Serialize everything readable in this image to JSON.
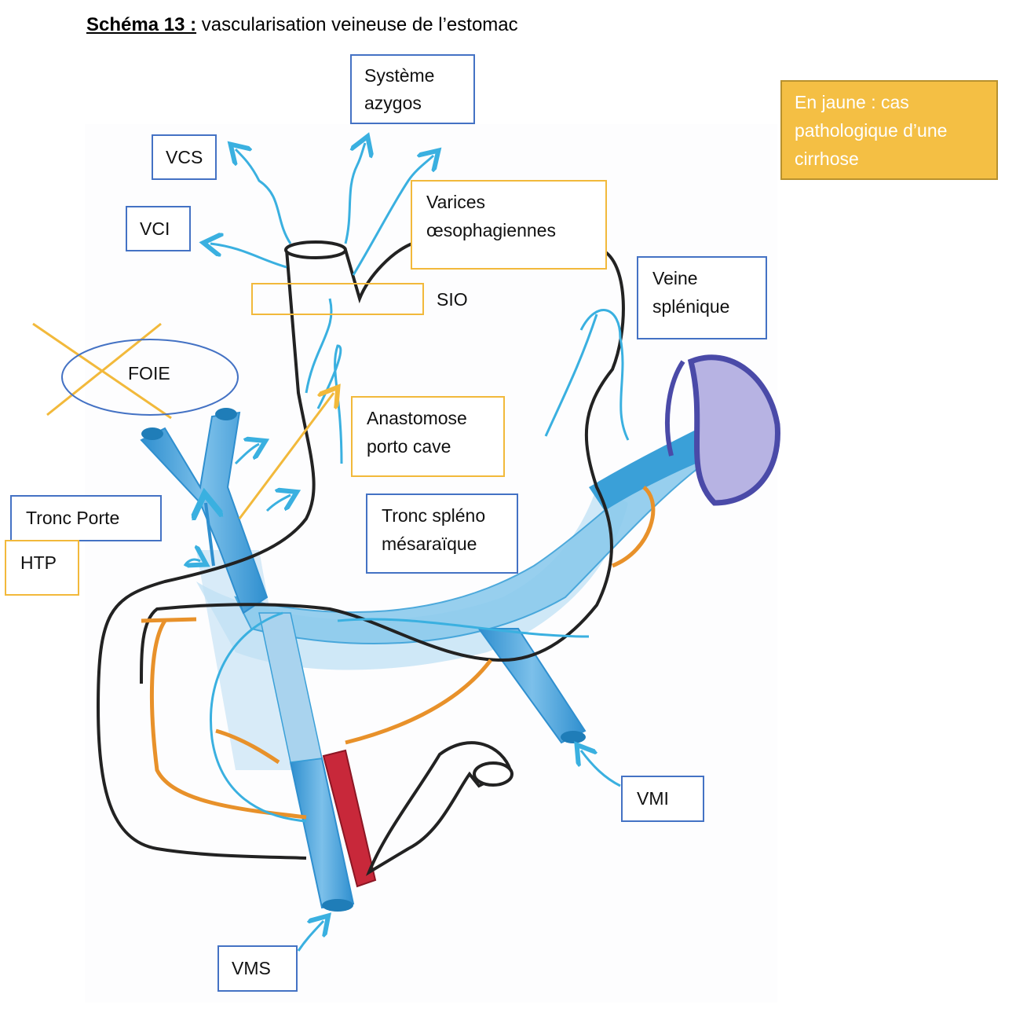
{
  "title": {
    "lead": "Schéma 13 :",
    "rest": " vascularisation veineuse de l’estomac"
  },
  "legend": {
    "text": "En jaune : cas pathologique d’une cirrhose",
    "color": "#f4bf44"
  },
  "labels": {
    "systeme_azygos": [
      "Système",
      "azygos"
    ],
    "vcs": "VCS",
    "vci": "VCI",
    "varices": [
      "Varices",
      "œsophagiennes"
    ],
    "sio": "SIO",
    "veine_splenique": [
      "Veine",
      "splénique"
    ],
    "foie": "FOIE",
    "anastomose": [
      "Anastomose",
      "porto cave"
    ],
    "tronc_porte": "Tronc Porte",
    "htp": "HTP",
    "tronc_spleno": [
      "Tronc spléno",
      "mésaraïque"
    ],
    "vmi": "VMI",
    "vms": "VMS"
  },
  "colors": {
    "label_border_normal": "#4472c4",
    "label_border_pathologic": "#f2b93b",
    "vein": "#3aa0d8",
    "vein_light": "#a9d3ee",
    "artery": "#c8283a",
    "spleen": "#4a4aa8",
    "pancreas_outline": "#e8912a",
    "stomach_outline": "#222222"
  }
}
